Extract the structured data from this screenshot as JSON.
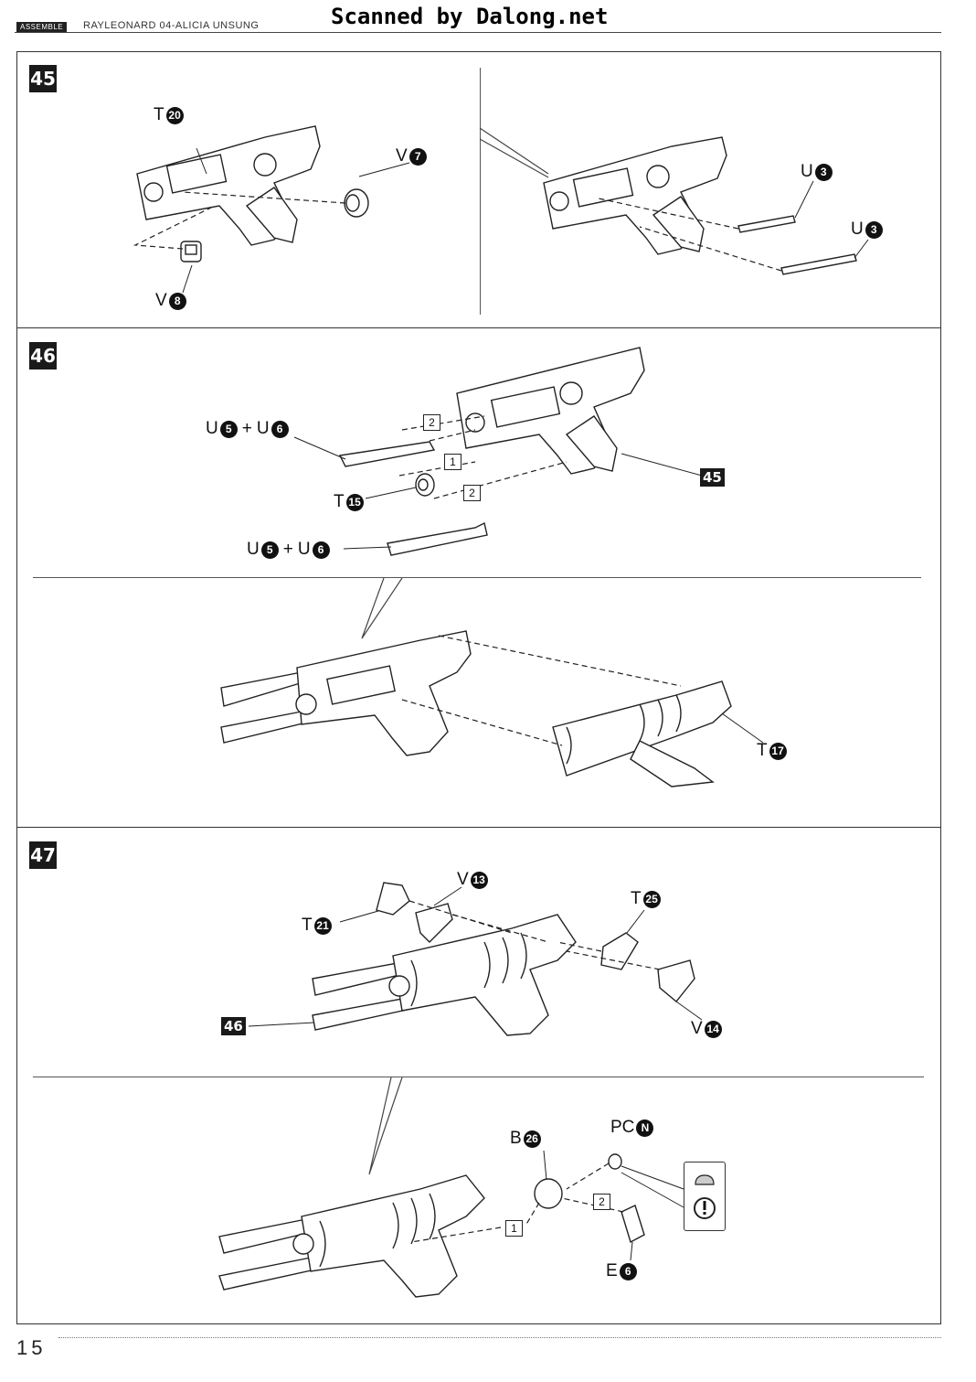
{
  "header": {
    "section_tag": "ASSEMBLE",
    "title": "RAYLEONARD 04-ALICIA UNSUNG",
    "watermark": "Scanned by Dalong.net"
  },
  "steps": {
    "s45": {
      "number": "45",
      "labels": {
        "t20": {
          "letter": "T",
          "num": "20"
        },
        "v7": {
          "letter": "V",
          "num": "7"
        },
        "v8": {
          "letter": "V",
          "num": "8"
        },
        "u3a": {
          "letter": "U",
          "num": "3"
        },
        "u3b": {
          "letter": "U",
          "num": "3"
        }
      }
    },
    "s46": {
      "number": "46",
      "labels": {
        "u56a": {
          "l1": "U",
          "n1": "5",
          "plus": "+",
          "l2": "U",
          "n2": "6"
        },
        "t15": {
          "letter": "T",
          "num": "15"
        },
        "u56b": {
          "l1": "U",
          "n1": "5",
          "plus": "+",
          "l2": "U",
          "n2": "6"
        },
        "t17": {
          "letter": "T",
          "num": "17"
        }
      },
      "ref": "45",
      "sequence": [
        "2",
        "1",
        "2"
      ]
    },
    "s47": {
      "number": "47",
      "labels": {
        "v13": {
          "letter": "V",
          "num": "13"
        },
        "t21": {
          "letter": "T",
          "num": "21"
        },
        "t25": {
          "letter": "T",
          "num": "25"
        },
        "v14": {
          "letter": "V",
          "num": "14"
        },
        "b26": {
          "letter": "B",
          "num": "26"
        },
        "pcn": {
          "letter": "PC",
          "num": "N"
        },
        "e6": {
          "letter": "E",
          "num": "6"
        }
      },
      "ref": "46",
      "sequence": [
        "2",
        "1"
      ],
      "caution_icon": "exclamation-icon"
    }
  },
  "footer": {
    "page_number": "15"
  }
}
